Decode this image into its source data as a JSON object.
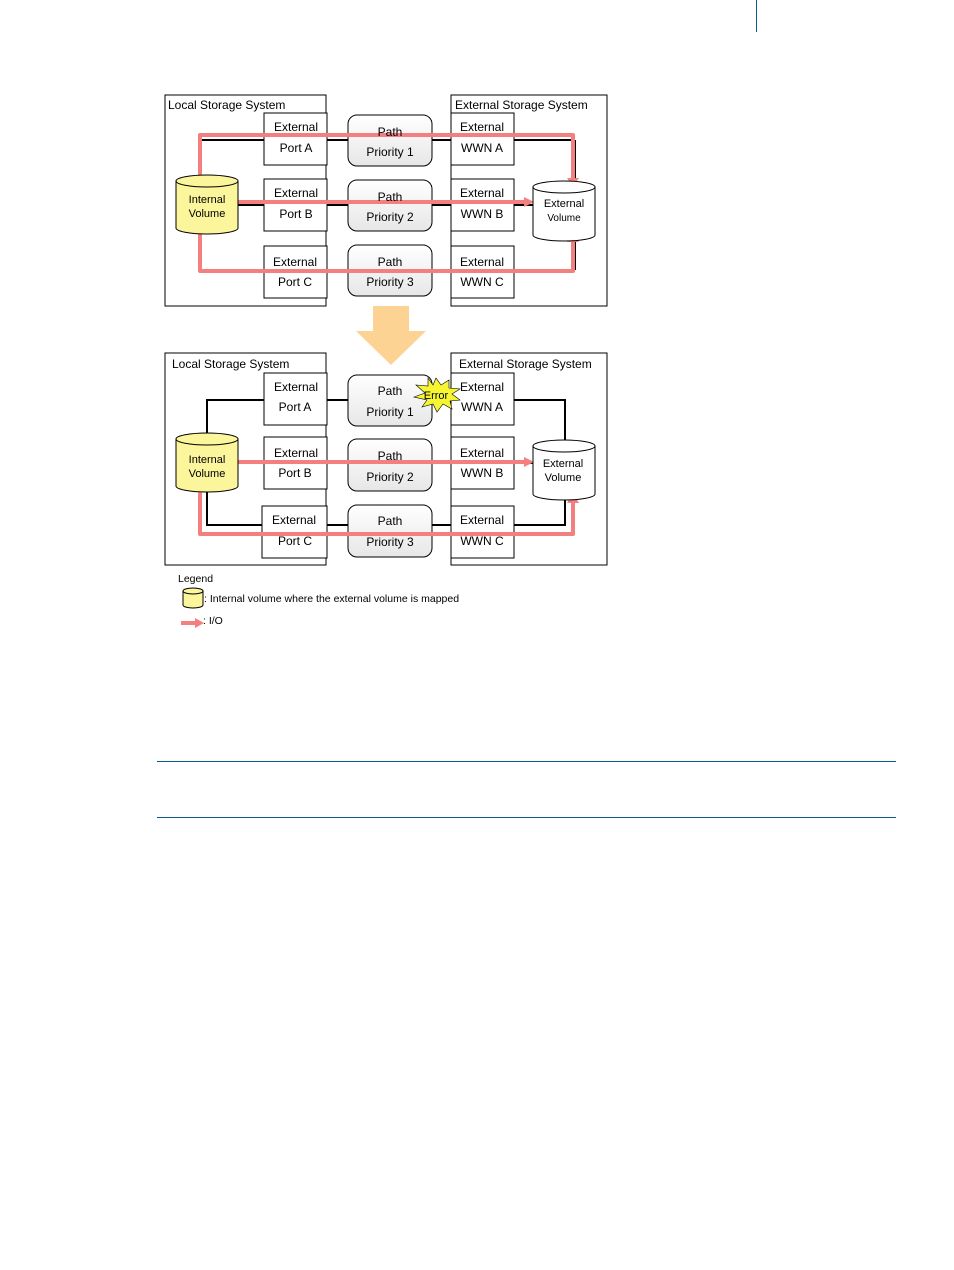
{
  "colors": {
    "io": "#f47f7f",
    "internal_volume": "#fbf59c",
    "arrow": "#fdd394",
    "error_burst": "#f6f533",
    "rule": "#0a5b8c"
  },
  "top_diagram": {
    "local_title": "Local Storage System",
    "external_title": "External Storage System",
    "internal_volume": [
      "Internal",
      "Volume"
    ],
    "external_volume": [
      "External",
      "Volume"
    ],
    "ports": [
      {
        "line1": "External",
        "line2": "Port A"
      },
      {
        "line1": "External",
        "line2": "Port B"
      },
      {
        "line1": "External",
        "line2": "Port C"
      }
    ],
    "paths": [
      {
        "line1": "Path",
        "line2": "Priority 1"
      },
      {
        "line1": "Path",
        "line2": "Priority 2"
      },
      {
        "line1": "Path",
        "line2": "Priority 3"
      }
    ],
    "wwns": [
      {
        "line1": "External",
        "line2": "WWN A"
      },
      {
        "line1": "External",
        "line2": "WWN B"
      },
      {
        "line1": "External",
        "line2": "WWN C"
      }
    ]
  },
  "bottom_diagram": {
    "local_title": "Local Storage System",
    "external_title": "External Storage System",
    "internal_volume": [
      "Internal",
      "Volume"
    ],
    "external_volume": [
      "External",
      "Volume"
    ],
    "error_label": "Error",
    "ports": [
      {
        "line1": "External",
        "line2": "Port A"
      },
      {
        "line1": "External",
        "line2": "Port B"
      },
      {
        "line1": "External",
        "line2": "Port C"
      }
    ],
    "paths": [
      {
        "line1": "Path",
        "line2": "Priority 1"
      },
      {
        "line1": "Path",
        "line2": "Priority 2"
      },
      {
        "line1": "Path",
        "line2": "Priority 3"
      }
    ],
    "wwns": [
      {
        "line1": "External",
        "line2": "WWN A"
      },
      {
        "line1": "External",
        "line2": "WWN B"
      },
      {
        "line1": "External",
        "line2": "WWN C"
      }
    ]
  },
  "legend": {
    "title": "Legend",
    "internal_volume": ": Internal volume where the external volume is mapped",
    "io": ": I/O"
  }
}
